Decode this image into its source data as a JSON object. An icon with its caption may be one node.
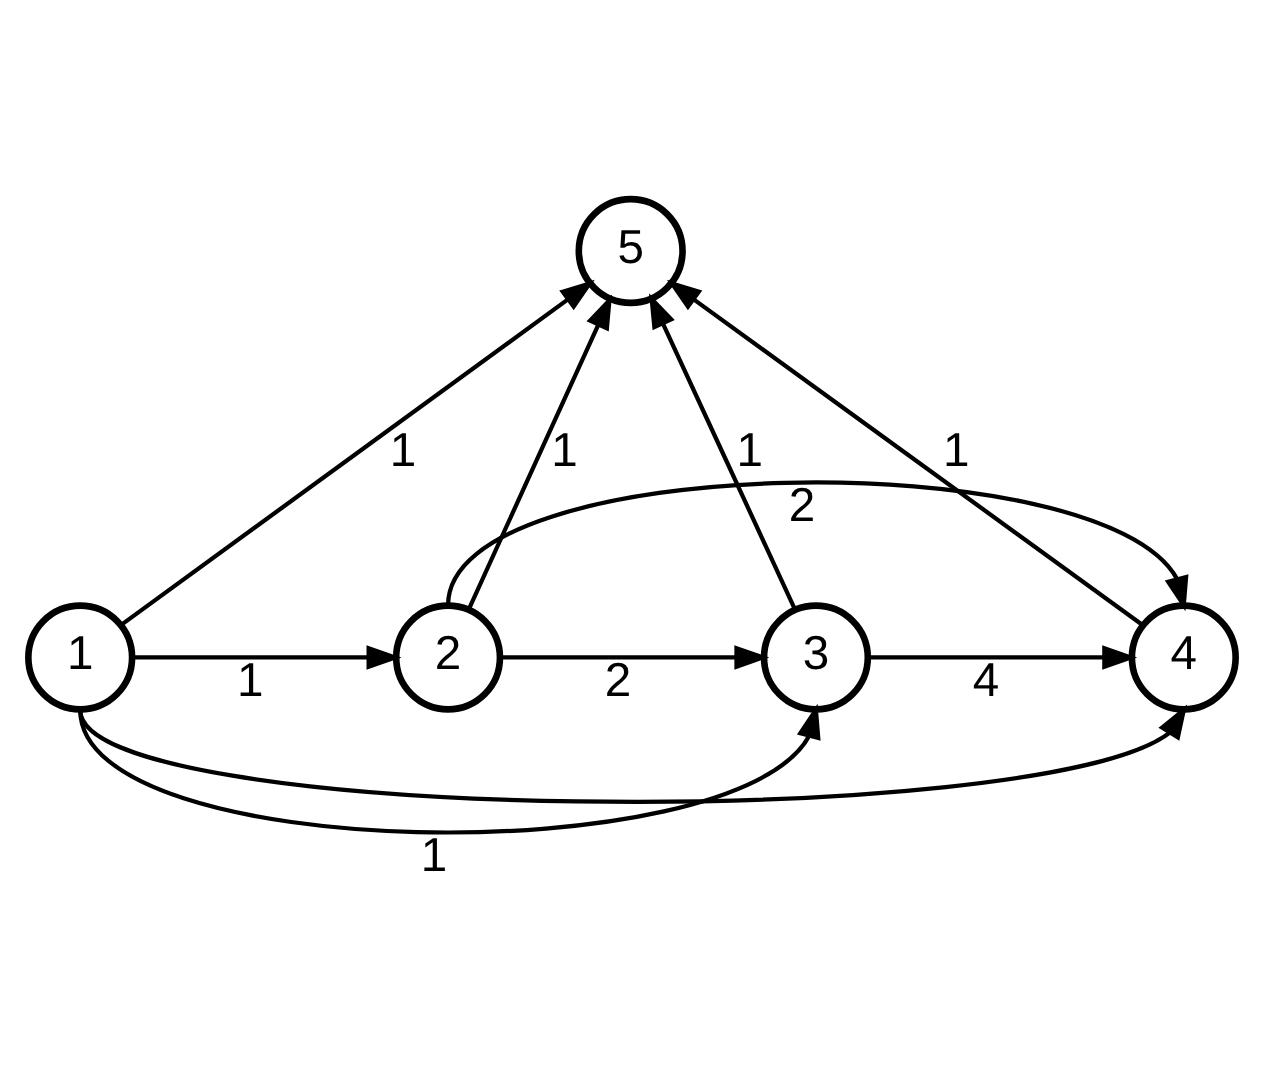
{
  "diagram": {
    "nodes": [
      {
        "text": [
          "5"
        ]
      },
      {
        "text": [
          "1"
        ]
      },
      {
        "text": [
          "2"
        ]
      },
      {
        "text": [
          "3"
        ]
      },
      {
        "text": [
          "4"
        ]
      }
    ],
    "edges": [
      {
        "from": 1,
        "to": 0,
        "arrow": "to",
        "label": "1"
      },
      {
        "from": 2,
        "to": 0,
        "arrow": "to",
        "label": "1"
      },
      {
        "from": 3,
        "to": 0,
        "arrow": "to",
        "label": "1"
      },
      {
        "from": 4,
        "to": 0,
        "arrow": "to",
        "label": "1"
      },
      {
        "from": 2,
        "to": 4,
        "arrow": "to",
        "label": "2"
      },
      {
        "from": 1,
        "to": 2,
        "arrow": "to",
        "label": "1"
      },
      {
        "from": 2,
        "to": 3,
        "arrow": "to",
        "label": "2"
      },
      {
        "from": 3,
        "to": 4,
        "arrow": "to",
        "label": "4"
      },
      {
        "from": 1,
        "to": 3,
        "arrow": "to",
        "label": "1"
      },
      {
        "from": 1,
        "to": 4,
        "arrow": "to"
      }
    ]
  }
}
